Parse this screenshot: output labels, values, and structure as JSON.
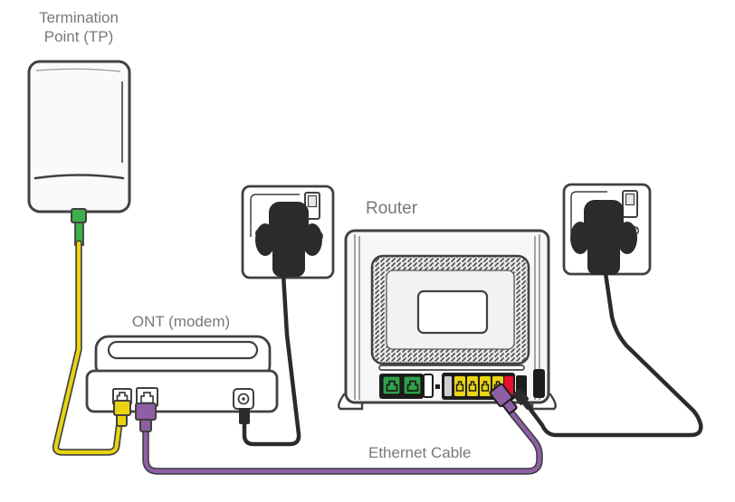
{
  "diagram": {
    "labels": {
      "tp": "Termination Point (TP)",
      "ont": "ONT (modem)",
      "router": "Router",
      "ethernet": "Ethernet Cable"
    },
    "colors": {
      "label_text": "#77787b",
      "outline": "#414042",
      "fiber_green": "#3faf49",
      "fiber_yellow": "#e9d40f",
      "ethernet_purple": "#8e5fa5",
      "wan_red": "#e8112d",
      "phone_port_green": "#2fa04c",
      "lan_port_yellow": "#ecd515",
      "cable_black": "#2b2b2d",
      "port_block_dark": "#1d1d1b",
      "device_fill": "#fafafa"
    }
  }
}
